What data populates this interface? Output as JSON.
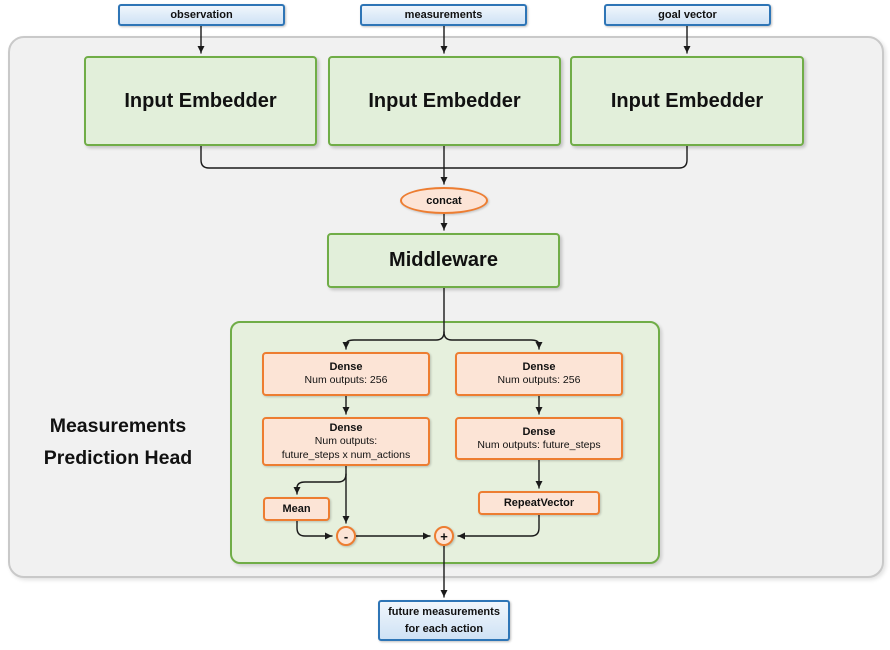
{
  "diagram": {
    "inputs": [
      {
        "label": "observation"
      },
      {
        "label": "measurements"
      },
      {
        "label": "goal vector"
      }
    ],
    "embedders": [
      {
        "label": "Input Embedder"
      },
      {
        "label": "Input Embedder"
      },
      {
        "label": "Input Embedder"
      }
    ],
    "concat_label": "concat",
    "middleware_label": "Middleware",
    "head": {
      "title_line1": "Measurements",
      "title_line2": "Prediction Head",
      "dense_left1_title": "Dense",
      "dense_left1_sub": "Num outputs: 256",
      "dense_right1_title": "Dense",
      "dense_right1_sub": "Num outputs: 256",
      "dense_left2_title": "Dense",
      "dense_left2_sub1": "Num outputs:",
      "dense_left2_sub2": "future_steps x num_actions",
      "dense_right2_title": "Dense",
      "dense_right2_sub": "Num outputs: future_steps",
      "mean_label": "Mean",
      "repeat_label": "RepeatVector",
      "minus_label": "-",
      "plus_label": "+"
    },
    "output": {
      "line1": "future measurements",
      "line2": "for each action"
    },
    "colors": {
      "blue_fill": "#dce9f7",
      "blue_border": "#2e75b6",
      "green_fill": "#e2efda",
      "green_border": "#70ad47",
      "orange_fill": "#fce4d6",
      "orange_border": "#ed7d31",
      "panel_fill": "#f1f1f1",
      "panel_border": "#c9c9c9",
      "line": "#1a1a1a"
    }
  }
}
